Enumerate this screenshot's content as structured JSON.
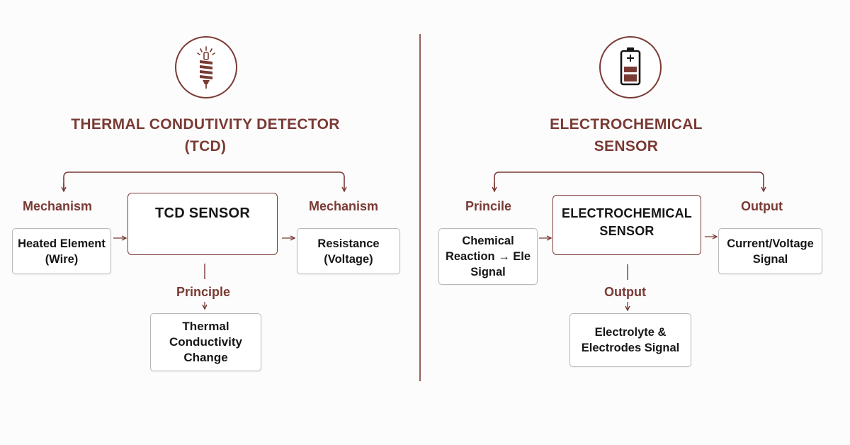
{
  "tcd": {
    "icon": "heated-coil-icon",
    "title_line1": "THERMAL CONDUTIVITY DETECTOR",
    "title_line2": "(TCD)",
    "sensor_label": "TCD SENSOR",
    "left_label": "Mechanism",
    "right_label": "Mechanism",
    "bottom_label": "Principle",
    "left_box_line1": "Heated Element",
    "left_box_line2": "(Wire)",
    "right_box_line1": "Resistance",
    "right_box_line2": "(Voltage)",
    "bottom_box_line1": "Thermal",
    "bottom_box_line2": "Conductivity",
    "bottom_box_line3": "Change"
  },
  "echem": {
    "icon": "battery-icon",
    "title_line1": "ELECTROCHEMICAL",
    "title_line2": "SENSOR",
    "sensor_label_line1": "ELECTROCHEMICAL",
    "sensor_label_line2": "SENSOR",
    "left_label": "Princile",
    "right_label": "Output",
    "bottom_label": "Output",
    "left_box_line1": "Chemical",
    "left_box_line2": "Reaction → Ele",
    "left_box_line3": "Signal",
    "right_box_line1": "Current/Voltage",
    "right_box_line2": "Signal",
    "bottom_box_line1": "Electrolyte &",
    "bottom_box_line2": "Electrodes Signal"
  },
  "colors": {
    "accent": "#7a3a34",
    "box_border": "#b9b9b9",
    "text": "#161616"
  }
}
